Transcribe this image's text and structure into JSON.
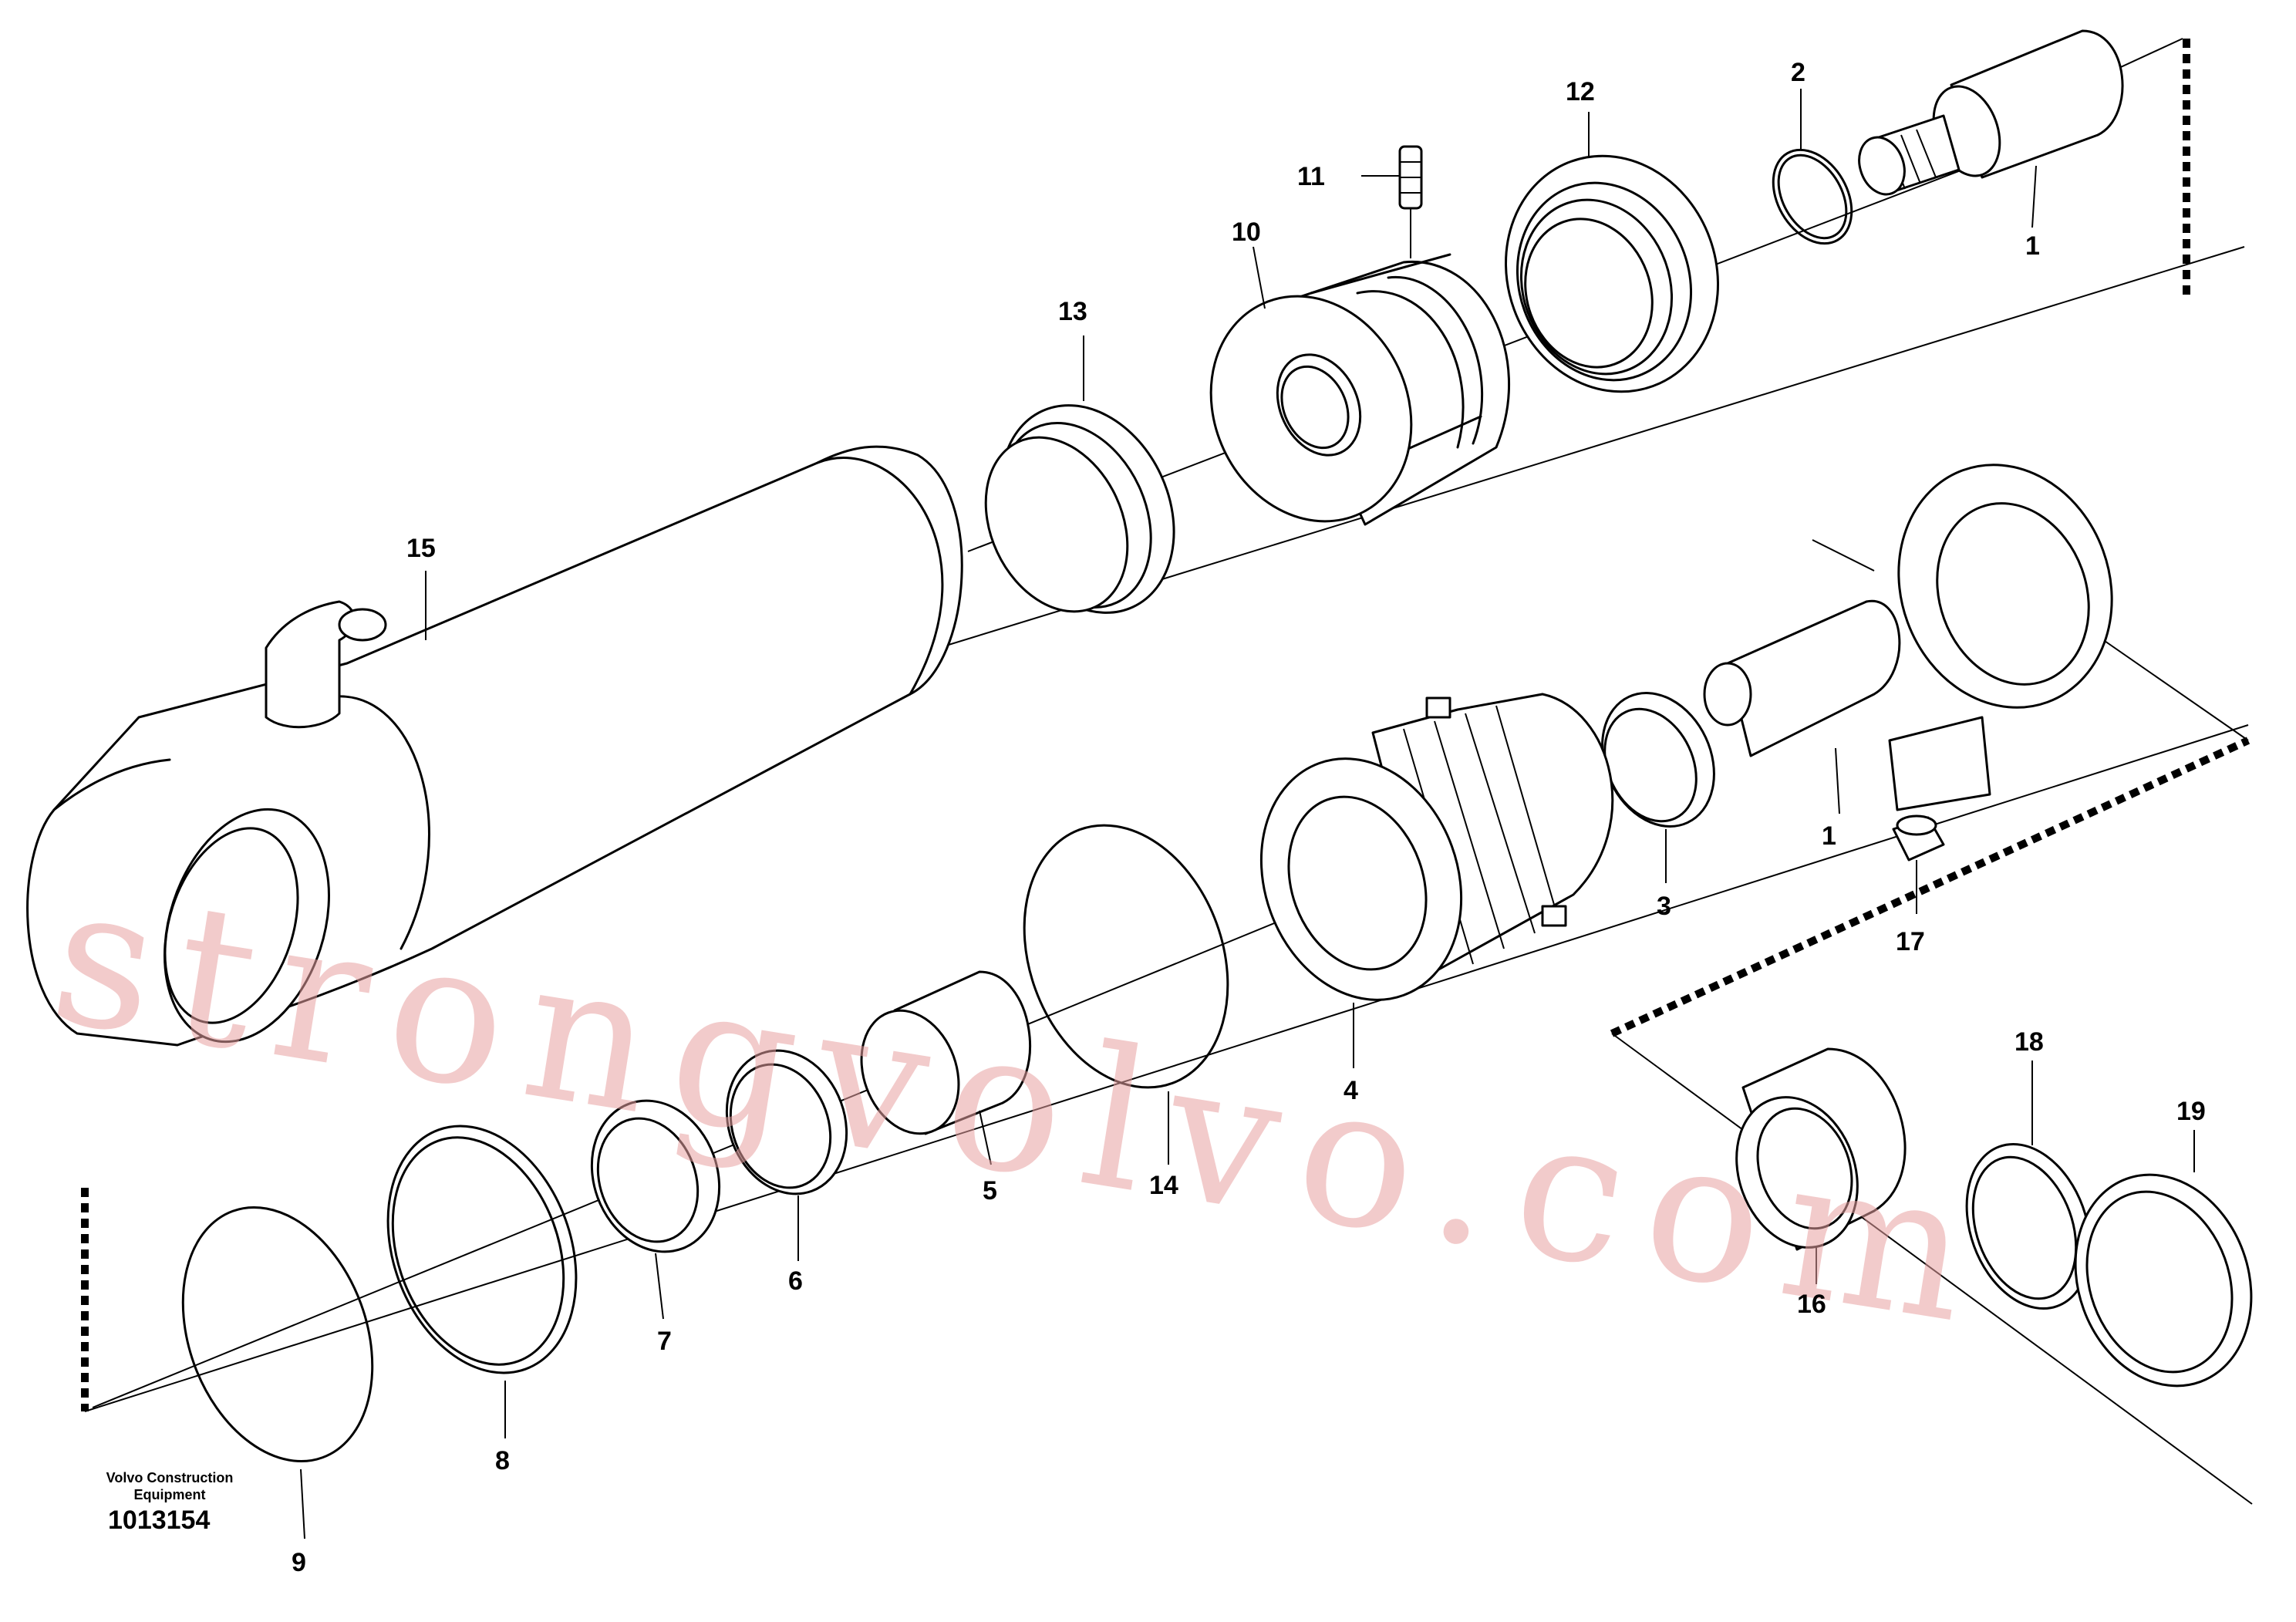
{
  "labels": {
    "p1a": "1",
    "p1b": "1",
    "p2": "2",
    "p3": "3",
    "p4": "4",
    "p5": "5",
    "p6": "6",
    "p7": "7",
    "p8": "8",
    "p9": "9",
    "p10": "10",
    "p11": "11",
    "p12": "12",
    "p13": "13",
    "p14": "14",
    "p15": "15",
    "p16": "16",
    "p17": "17",
    "p18": "18",
    "p19": "19"
  },
  "footer": {
    "line1": "Volvo Construction",
    "line2": "Equipment",
    "code": "1013154"
  },
  "watermark": "strongvolvo.com"
}
